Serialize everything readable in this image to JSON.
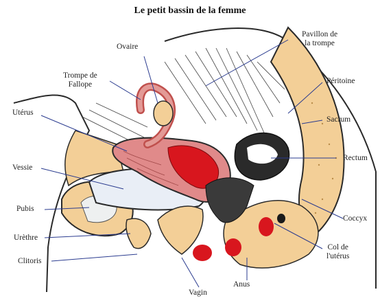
{
  "title": "Le petit bassin de la femme",
  "labels": {
    "ovaire": "Ovaire",
    "pavillon": [
      "Pavillon de",
      "la trompe"
    ],
    "trompe": [
      "Trompe de",
      "Fallope"
    ],
    "peritoine": "Péritoine",
    "uterus": "Utérus",
    "sacrum": "Sacrum",
    "rectum": "Rectum",
    "vessie": "Vessie",
    "pubis": "Pubis",
    "coccyx": "Coccyx",
    "urethre": "Urèthre",
    "col": [
      "Col de",
      "l'utérus"
    ],
    "clitoris": "Clitoris",
    "anus": "Anus",
    "vagin": "Vagin"
  },
  "colors": {
    "bone": "#f3cf97",
    "uterus": "#e08a8a",
    "blood": "#d8161e",
    "rectum": "#2a2a2a",
    "bladder": "#e9eef6",
    "line": "#2a2a2a",
    "pointer": "#2a3b8f"
  }
}
